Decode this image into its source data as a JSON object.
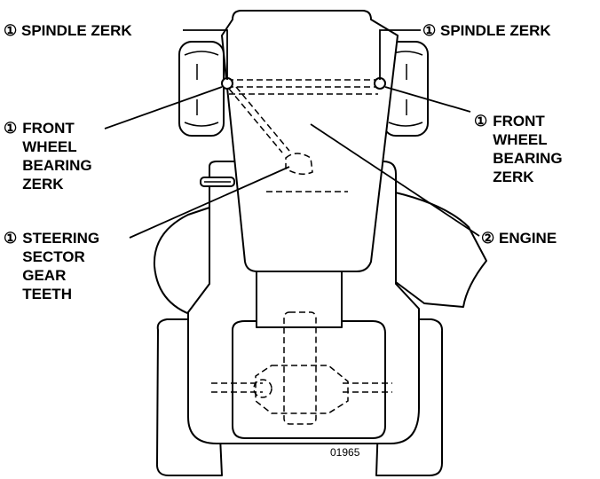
{
  "callouts": {
    "spindle_left": {
      "marker": "①",
      "text": "SPINDLE ZERK"
    },
    "spindle_right": {
      "marker": "①",
      "text": "SPINDLE ZERK"
    },
    "bearing_left": {
      "marker": "①",
      "text": "FRONT\nWHEEL\nBEARING\nZERK"
    },
    "bearing_right": {
      "marker": "①",
      "text": "FRONT\nWHEEL\nBEARING\nZERK"
    },
    "steering": {
      "marker": "①",
      "text": "STEERING\nSECTOR\nGEAR\nTEETH"
    },
    "engine": {
      "marker": "②",
      "text": "ENGINE"
    }
  },
  "figure_number": "01965",
  "colors": {
    "ink": "#000000",
    "paper": "#ffffff"
  }
}
